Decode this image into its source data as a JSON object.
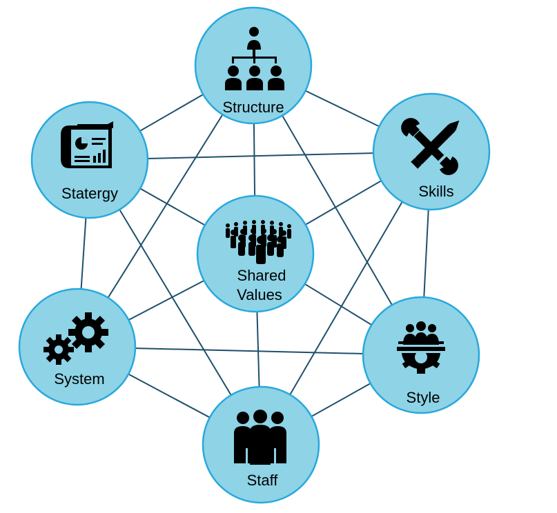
{
  "diagram": {
    "nodes": {
      "structure": {
        "label": "Structure",
        "icon": "org-chart-icon"
      },
      "strategy": {
        "label": "Statergy",
        "icon": "strategy-report-icon"
      },
      "skills": {
        "label": "Skills",
        "icon": "tools-icon"
      },
      "shared_values": {
        "label_line1": "Shared",
        "label_line2": "Values",
        "icon": "crowd-icon"
      },
      "system": {
        "label": "System",
        "icon": "gears-icon"
      },
      "style": {
        "label": "Style",
        "icon": "team-gear-icon"
      },
      "staff": {
        "label": "Staff",
        "icon": "staff-people-icon"
      }
    },
    "colors": {
      "circle_fill": "#8ed3e6",
      "circle_stroke": "#29a8dd",
      "line": "#1d4f6c",
      "icon": "#000000"
    }
  }
}
